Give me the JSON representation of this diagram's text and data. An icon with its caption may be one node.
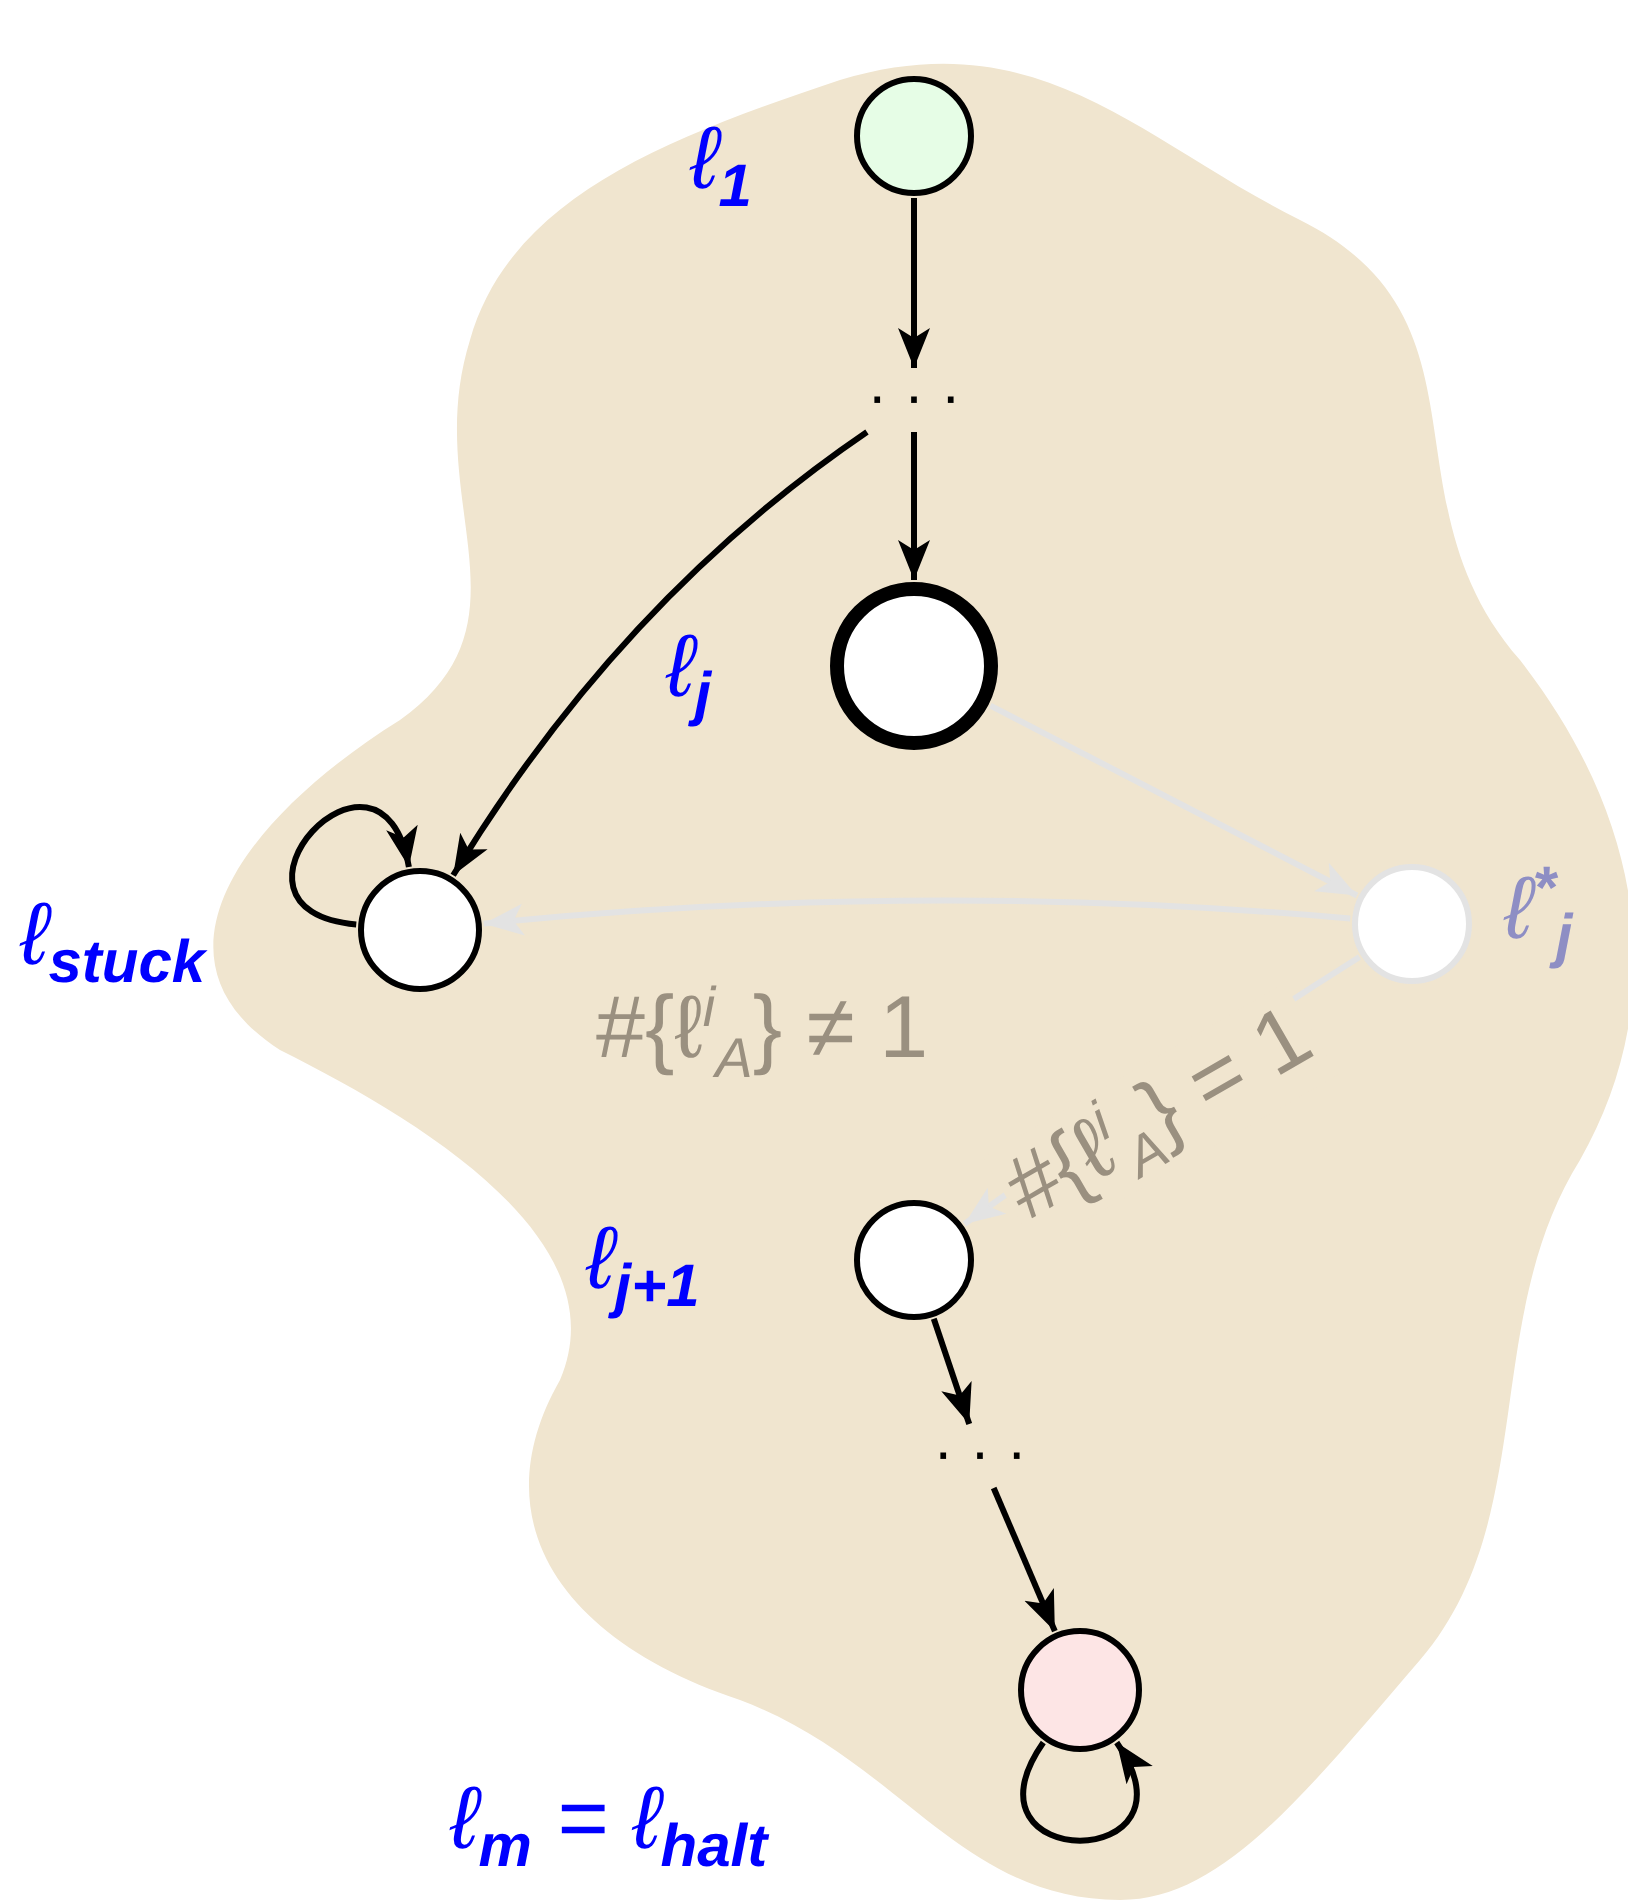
{
  "diagram": {
    "nodes": [
      {
        "text": [],
        "shape": "circle",
        "beside": [
          "ℓ$_{1}$"
        ]
      },
      {
        "text": [
          "· · ·"
        ]
      },
      {
        "text": [],
        "shape": "circle",
        "beside": [
          "ℓ$_{j}$"
        ]
      },
      {
        "text": [],
        "shape": "circle",
        "beside": [
          "ℓ$_{stuck}$"
        ]
      },
      {
        "text": [],
        "shape": "circle",
        "beside": [
          "ℓ$^{*}$$_{j}$"
        ]
      },
      {
        "text": [],
        "shape": "circle",
        "beside": [
          "ℓ$_{j+1}$"
        ]
      },
      {
        "text": [
          "· · ·"
        ]
      },
      {
        "text": [],
        "shape": "circle",
        "beside": [
          "ℓ$_{m}$ = ℓ$_{halt}$"
        ]
      }
    ],
    "edges": [
      {
        "from": 0,
        "to": 1,
        "arrow": "to"
      },
      {
        "from": 1,
        "to": 2,
        "arrow": "to"
      },
      {
        "from": 1,
        "to": 3,
        "arrow": "to"
      },
      {
        "from": 3,
        "to": 3,
        "arrow": "to"
      },
      {
        "from": 2,
        "to": 4,
        "arrow": "to",
        "color": "#e3e3e3"
      },
      {
        "from": 4,
        "to": 3,
        "arrow": "to",
        "color": "#e3e3e3",
        "label": "#{ℓ$^{i}$$_{A}$} ≠ 1"
      },
      {
        "from": 4,
        "to": 5,
        "arrow": "to",
        "color": "#e3e3e3",
        "label": "#{ℓ$^{i}$$_{A}$} = 1"
      },
      {
        "from": 5,
        "to": 6,
        "arrow": "to"
      },
      {
        "from": 6,
        "to": 7,
        "arrow": "to"
      },
      {
        "from": 7,
        "to": 7,
        "arrow": "to"
      }
    ]
  }
}
